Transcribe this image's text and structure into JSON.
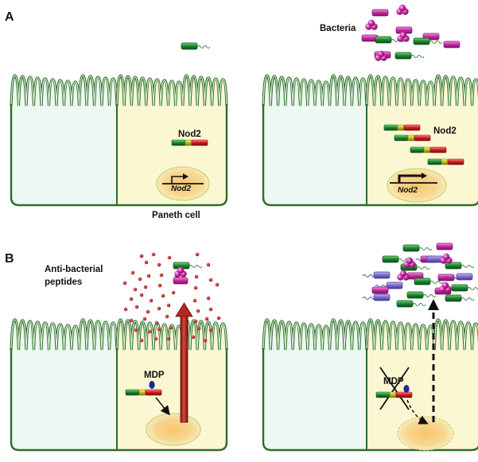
{
  "panels": {
    "a": {
      "letter": "A",
      "nod2_label_left": "Nod2",
      "nod2_label_right": "Nod2",
      "gene_label_left": "Nod2",
      "gene_label_right": "Nod2",
      "paneth_label": "Paneth cell",
      "bacteria_label": "Bacteria"
    },
    "b": {
      "letter": "B",
      "peptides_label_line1": "Anti-bacterial",
      "peptides_label_line2": "peptides",
      "mdp_label_left": "MDP",
      "mdp_label_right": "MDP"
    }
  },
  "colors": {
    "cell_outline": "#2f6b2a",
    "left_cell_fill": "#eef8f2",
    "paneth_fill": "#fbf7d2",
    "nucleus_fill": "#f6d892",
    "nod2_green": "#1f8a2e",
    "nod2_yellow": "#d6d12a",
    "nod2_red": "#d42020",
    "bacteria_magenta": "#cc2aa8",
    "bacteria_blue": "#7b6fd0",
    "peptide_red": "#c0171b",
    "arrow_red": "#b5261c",
    "mdp_blue": "#1a2a9a"
  }
}
